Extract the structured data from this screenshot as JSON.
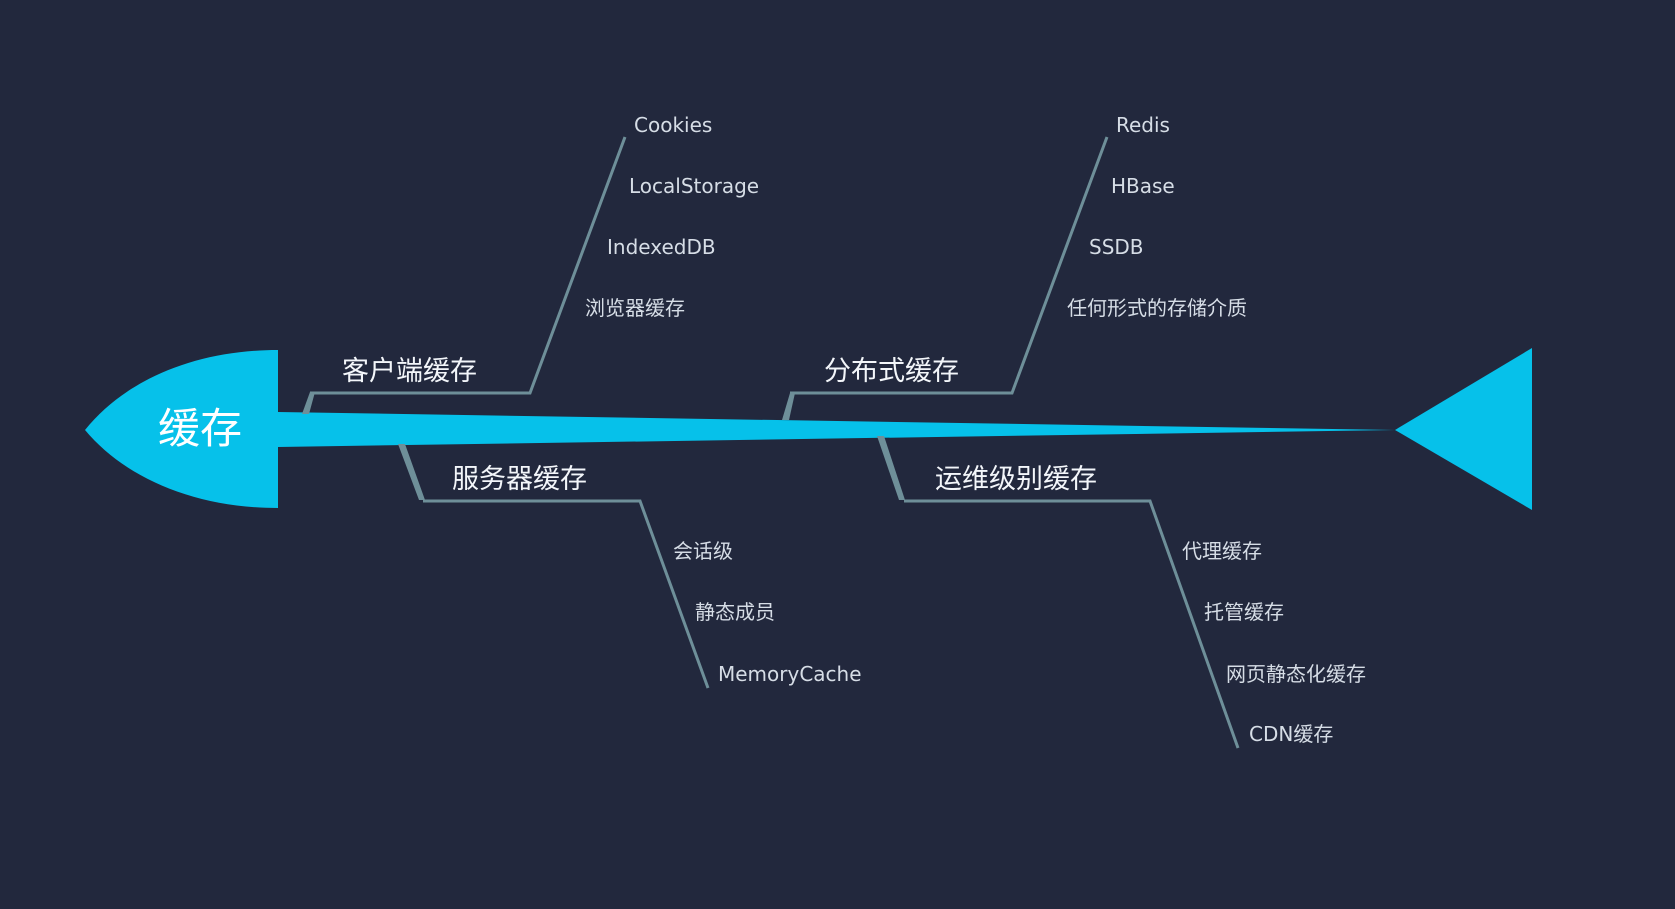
{
  "diagram": {
    "type": "fishbone",
    "head": {
      "label": "缓存"
    },
    "branches": [
      {
        "label": "客户端缓存",
        "side": "top",
        "leaves": [
          "Cookies",
          "LocalStorage",
          "IndexedDB",
          "浏览器缓存"
        ]
      },
      {
        "label": "分布式缓存",
        "side": "top",
        "leaves": [
          "Redis",
          "HBase",
          "SSDB",
          "任何形式的存储介质"
        ]
      },
      {
        "label": "服务器缓存",
        "side": "bottom",
        "leaves": [
          "会话级",
          "静态成员",
          "MemoryCache"
        ]
      },
      {
        "label": "运维级别缓存",
        "side": "bottom",
        "leaves": [
          "代理缓存",
          "托管缓存",
          "网页静态化缓存",
          "CDN缓存"
        ]
      }
    ]
  },
  "colors": {
    "background": "#22283d",
    "spine": "#06c1ea",
    "branch_line": "#6e8f99",
    "text": "#d8e0ea"
  }
}
